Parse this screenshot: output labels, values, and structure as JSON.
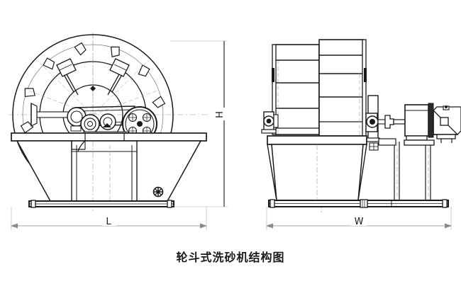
{
  "drawing": {
    "caption": "轮斗式洗砂机结构图",
    "background_color": "#ffffff",
    "line_color": "#1a1a1a",
    "thin_line_color": "#555555",
    "dim_line_color": "#888888",
    "center_line_color": "#9a9a9a"
  },
  "views": {
    "front": {
      "name": "front-elevation",
      "dimension_labels": {
        "width": "L",
        "height": "H"
      },
      "components": {
        "bucket_wheel_label": "bucket-wheel",
        "bucket_count": 12,
        "spoke_count": 2,
        "tank_label": "settling-tank",
        "base_frame_label": "base-frame",
        "drive_pulley_label": "drive-pulley",
        "hand_valve_label": "drain-hand-wheel",
        "shaft_label": "main-shaft"
      }
    },
    "side": {
      "name": "side-elevation",
      "dimension_labels": {
        "width": "W"
      },
      "components": {
        "wheel_panels_label": "wheel-edge-panels",
        "motor_label": "electric-motor",
        "gearbox_label": "reducer-gearbox",
        "coupling_label": "shaft-coupling",
        "bearing_label": "pillow-block-bearing",
        "tank_label": "settling-tank",
        "base_frame_label": "base-frame"
      }
    }
  }
}
